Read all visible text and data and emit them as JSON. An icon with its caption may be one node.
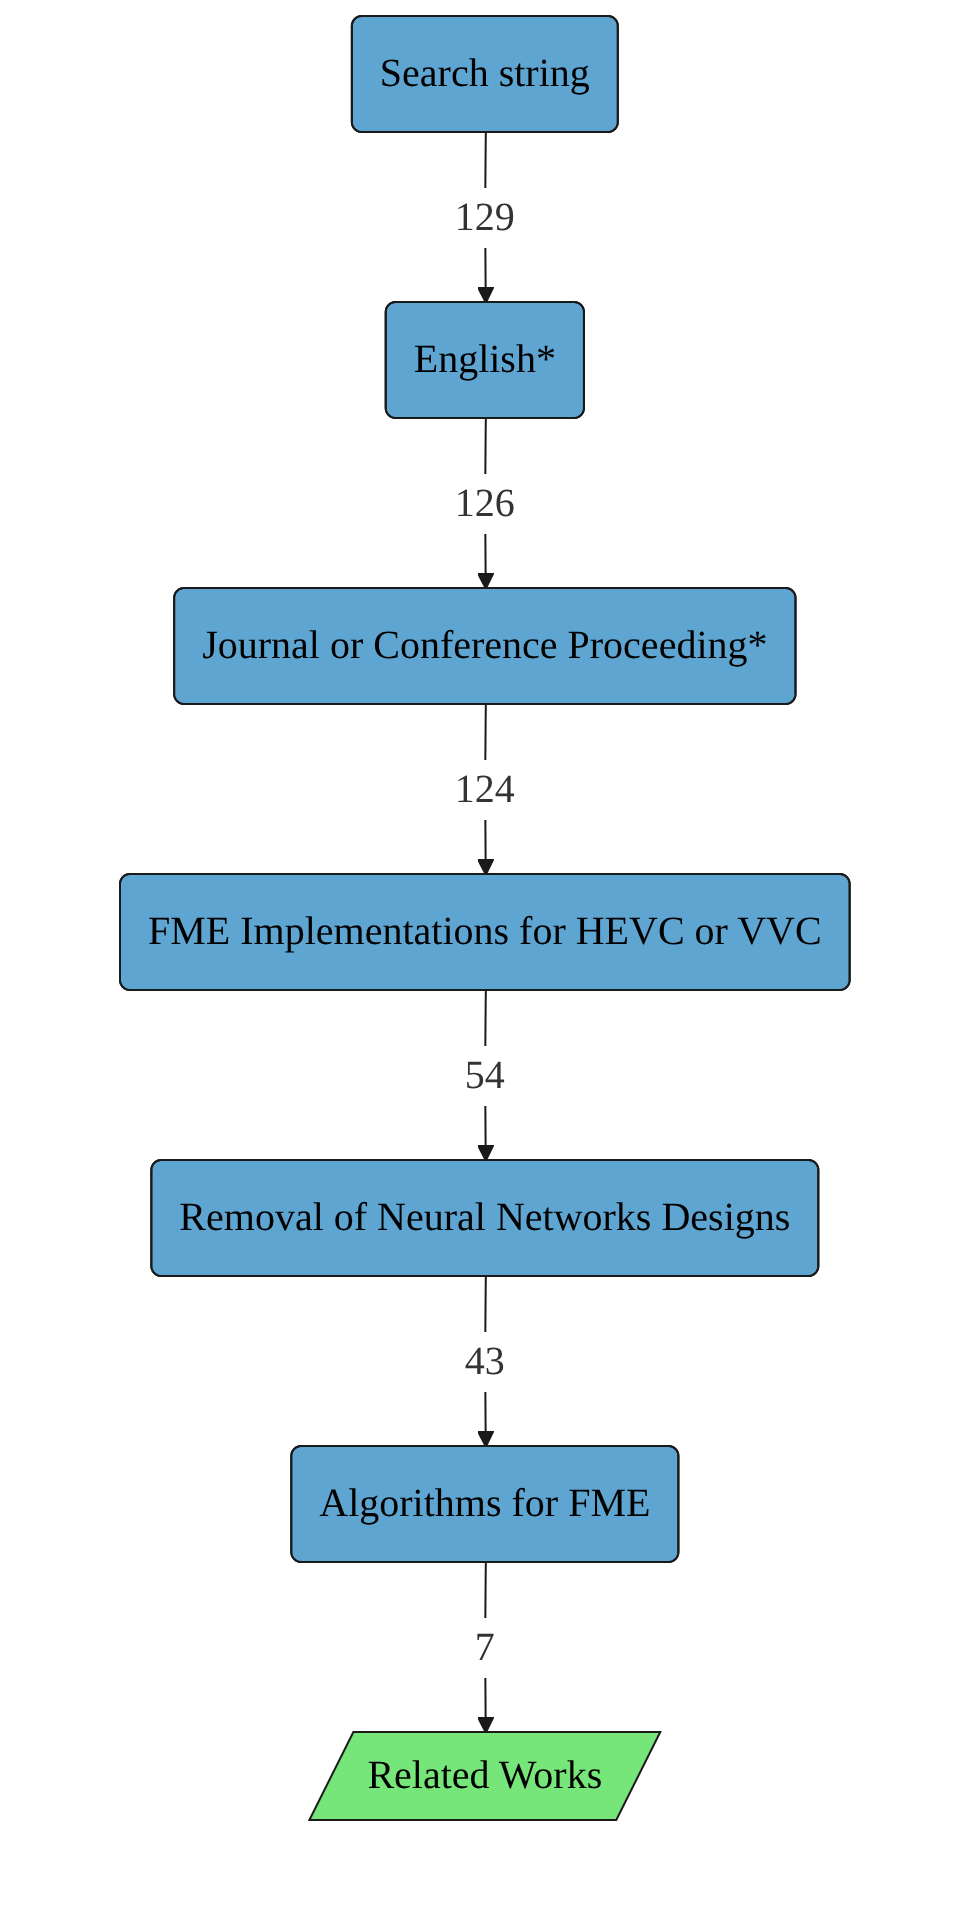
{
  "diagram": {
    "nodes": [
      {
        "text": [
          "Search string"
        ]
      },
      {
        "text": [
          "English*"
        ]
      },
      {
        "text": [
          "Journal or Conference Proceeding*"
        ]
      },
      {
        "text": [
          "FME Implementations for HEVC or VVC"
        ]
      },
      {
        "text": [
          "Removal of Neural Networks Designs"
        ]
      },
      {
        "text": [
          "Algorithms for FME"
        ]
      },
      {
        "text": [
          "Related Works"
        ]
      }
    ],
    "edges": [
      {
        "from": 0,
        "to": 1,
        "arrow": "to",
        "label": "129"
      },
      {
        "from": 1,
        "to": 2,
        "arrow": "to",
        "label": "126"
      },
      {
        "from": 2,
        "to": 3,
        "arrow": "to",
        "label": "124"
      },
      {
        "from": 3,
        "to": 4,
        "arrow": "to",
        "label": "54"
      },
      {
        "from": 4,
        "to": 5,
        "arrow": "to",
        "label": "43"
      },
      {
        "from": 5,
        "to": 6,
        "arrow": "to",
        "label": "7"
      }
    ]
  }
}
